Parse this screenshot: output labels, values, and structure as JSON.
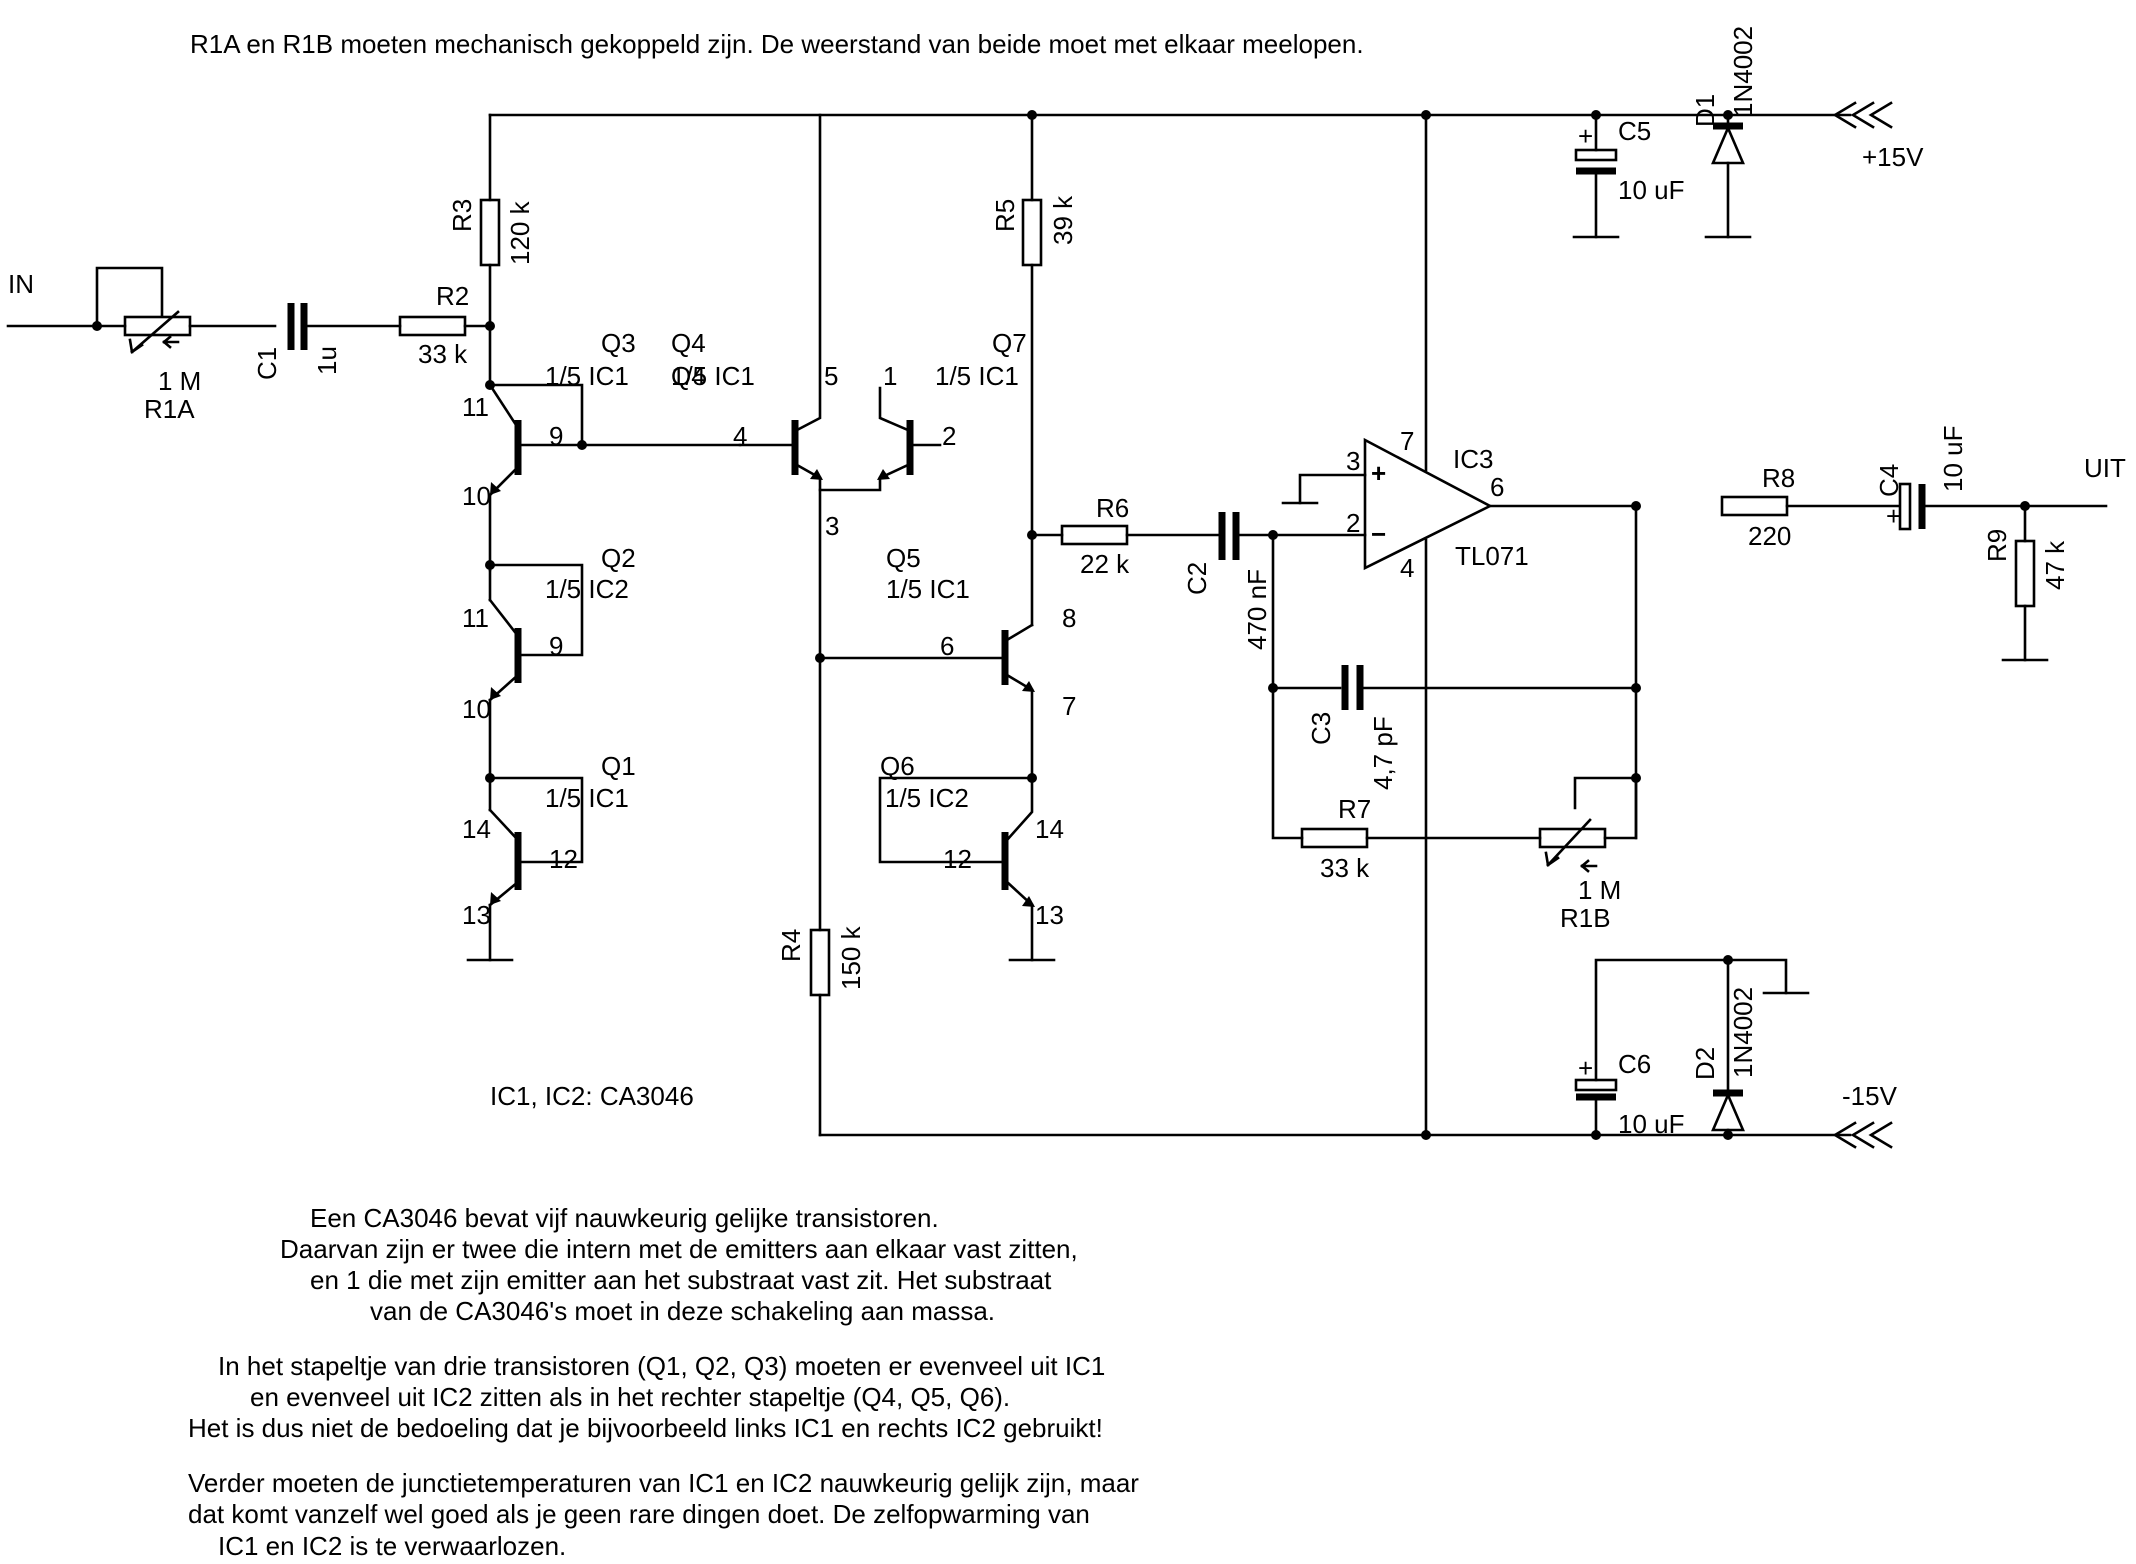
{
  "header_note": "R1A en R1B moeten mechanisch gekoppeld zijn. De weerstand van beide moet met elkaar meelopen.",
  "ports": {
    "in": "IN",
    "out": "UIT",
    "vpos": "+15V",
    "vneg": "-15V"
  },
  "components": {
    "r1a": {
      "ref": "R1A",
      "value": "1 M"
    },
    "r1b": {
      "ref": "R1B",
      "value": "1 M"
    },
    "c1": {
      "ref": "C1",
      "value": "1u"
    },
    "r2": {
      "ref": "R2",
      "value": "33 k"
    },
    "r3": {
      "ref": "R3",
      "value": "120 k"
    },
    "r4": {
      "ref": "R4",
      "value": "150 k"
    },
    "r5": {
      "ref": "R5",
      "value": "39 k"
    },
    "r6": {
      "ref": "R6",
      "value": "22 k"
    },
    "r7": {
      "ref": "R7",
      "value": "33 k"
    },
    "r8": {
      "ref": "R8",
      "value": "220"
    },
    "r9": {
      "ref": "R9",
      "value": "47 k"
    },
    "c2": {
      "ref": "C2",
      "value": "470 nF"
    },
    "c3": {
      "ref": "C3",
      "value": "4,7 pF"
    },
    "c4": {
      "ref": "C4",
      "value": "10 uF"
    },
    "c5": {
      "ref": "C5",
      "value": "10 uF"
    },
    "c6": {
      "ref": "C6",
      "value": "10 uF"
    },
    "d1": {
      "ref": "D1",
      "value": "1N4002"
    },
    "d2": {
      "ref": "D2",
      "value": "1N4002"
    },
    "ic3": {
      "ref": "IC3",
      "value": "TL071",
      "plus": "+",
      "minus": "−"
    },
    "q1": {
      "ref": "Q1",
      "part": "1/5 IC1"
    },
    "q2": {
      "ref": "Q2",
      "part": "1/5 IC2"
    },
    "q3": {
      "ref": "Q3",
      "part": "1/5 IC1"
    },
    "q4": {
      "ref": "Q4",
      "part": "1/5 IC1"
    },
    "q5": {
      "ref": "Q5",
      "part": "1/5 IC1"
    },
    "q6": {
      "ref": "Q6",
      "part": "1/5 IC2"
    },
    "q7": {
      "ref": "Q7",
      "part": "1/5 IC1"
    }
  },
  "pins": {
    "q3_c": "11",
    "q3_b": "9",
    "q3_e": "10",
    "q2_c": "11",
    "q2_b": "9",
    "q2_e": "10",
    "q1_c": "14",
    "q1_b": "12",
    "q1_e": "13",
    "q4_c": "5",
    "q4_b": "4",
    "q4_e": "3",
    "q7_c": "1",
    "q7_b": "2",
    "q5_c": "8",
    "q5_b": "6",
    "q5_e": "7",
    "q6_c": "14",
    "q6_b": "12",
    "q6_e": "13",
    "ic3_plus": "3",
    "ic3_minus": "2",
    "ic3_out": "6",
    "ic3_vp": "7",
    "ic3_vn": "4",
    "cap_plus": "+"
  },
  "ic_note": "IC1, IC2: CA3046",
  "notes": [
    "Een CA3046 bevat vijf nauwkeurig gelijke transistoren.",
    "Daarvan zijn er twee die intern met de emitters aan elkaar vast zitten,",
    "en 1 die met zijn emitter aan het substraat vast zit. Het substraat",
    "van de CA3046's moet in deze schakeling aan massa.",
    "In het stapeltje van drie transistoren (Q1, Q2, Q3) moeten er evenveel uit IC1",
    "en evenveel uit IC2 zitten als in het rechter stapeltje (Q4, Q5, Q6).",
    "Het is dus niet de bedoeling dat je bijvoorbeeld links IC1 en rechts IC2 gebruikt!",
    "Verder moeten de junctietemperaturen van IC1 en IC2 nauwkeurig gelijk zijn, maar",
    "dat komt vanzelf wel goed als je geen rare dingen doet. De zelfopwarming van",
    "IC1 en IC2 is te verwaarlozen."
  ]
}
